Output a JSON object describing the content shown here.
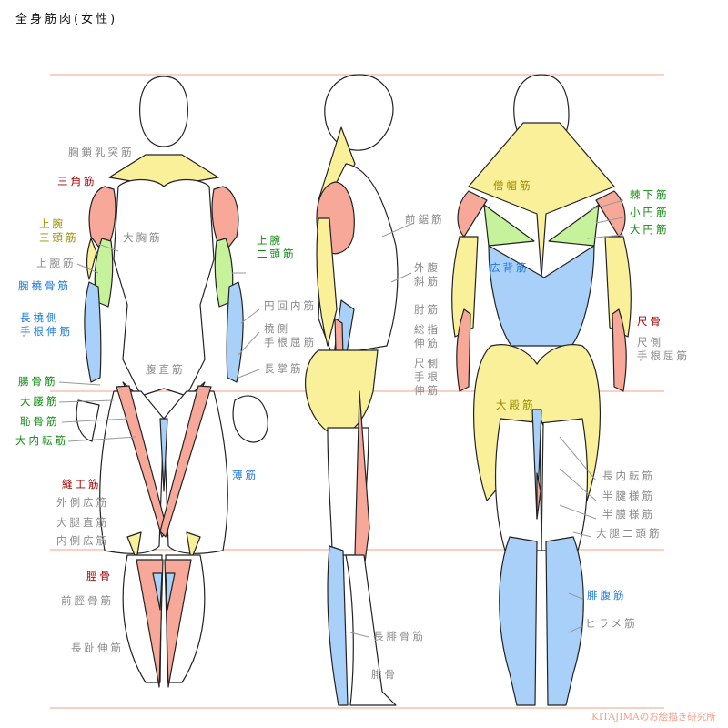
{
  "title": "全身筋肉(女性)",
  "credit": "KITAJIMAのお絵描き研究所",
  "colors": {
    "red_muscle": "#f7a898",
    "yellow_muscle": "#fbf09a",
    "green_muscle": "#c5f29a",
    "blue_muscle": "#a9d0f8",
    "guide_line": "#f7a08a"
  },
  "labels": [
    {
      "text": "胸鎖乳突筋",
      "color": "gray"
    },
    {
      "text": "三角筋",
      "color": "red"
    },
    {
      "text": "上腕\n三頭筋",
      "color": "olive"
    },
    {
      "text": "上腕筋",
      "color": "gray"
    },
    {
      "text": "腕橈骨筋",
      "color": "blue"
    },
    {
      "text": "長橈側\n手根伸筋",
      "color": "blue"
    },
    {
      "text": "腸骨筋",
      "color": "green"
    },
    {
      "text": "大腰筋",
      "color": "green"
    },
    {
      "text": "恥骨筋",
      "color": "green"
    },
    {
      "text": "大内転筋",
      "color": "green"
    },
    {
      "text": "縫工筋",
      "color": "red"
    },
    {
      "text": "外側広筋",
      "color": "gray"
    },
    {
      "text": "大腿直筋",
      "color": "gray"
    },
    {
      "text": "内側広筋",
      "color": "gray"
    },
    {
      "text": "脛骨",
      "color": "red"
    },
    {
      "text": "前脛骨筋",
      "color": "gray"
    },
    {
      "text": "長趾伸筋",
      "color": "gray"
    },
    {
      "text": "大胸筋",
      "color": "gray"
    },
    {
      "text": "腹直筋",
      "color": "gray"
    },
    {
      "text": "上腕\n二頭筋",
      "color": "green"
    },
    {
      "text": "円回内筋",
      "color": "gray"
    },
    {
      "text": "橈側\n手根屈筋",
      "color": "gray"
    },
    {
      "text": "長掌筋",
      "color": "gray"
    },
    {
      "text": "薄筋",
      "color": "blue"
    },
    {
      "text": "前鋸筋",
      "color": "gray"
    },
    {
      "text": "外腹\n斜筋",
      "color": "gray"
    },
    {
      "text": "肘筋",
      "color": "gray"
    },
    {
      "text": "総指\n伸筋",
      "color": "gray"
    },
    {
      "text": "尺側\n手根\n伸筋",
      "color": "gray"
    },
    {
      "text": "長腓骨筋",
      "color": "gray"
    },
    {
      "text": "腓骨",
      "color": "gray"
    },
    {
      "text": "僧帽筋",
      "color": "olive"
    },
    {
      "text": "棘下筋",
      "color": "green"
    },
    {
      "text": "小円筋",
      "color": "green"
    },
    {
      "text": "大円筋",
      "color": "green"
    },
    {
      "text": "広背筋",
      "color": "blue"
    },
    {
      "text": "尺骨",
      "color": "red"
    },
    {
      "text": "尺側\n手根屈筋",
      "color": "gray"
    },
    {
      "text": "大殿筋",
      "color": "olive"
    },
    {
      "text": "長内転筋",
      "color": "gray"
    },
    {
      "text": "半腱様筋",
      "color": "gray"
    },
    {
      "text": "半膜様筋",
      "color": "gray"
    },
    {
      "text": "大腿二頭筋",
      "color": "gray"
    },
    {
      "text": "腓腹筋",
      "color": "blue"
    },
    {
      "text": "ヒラメ筋",
      "color": "gray"
    }
  ]
}
